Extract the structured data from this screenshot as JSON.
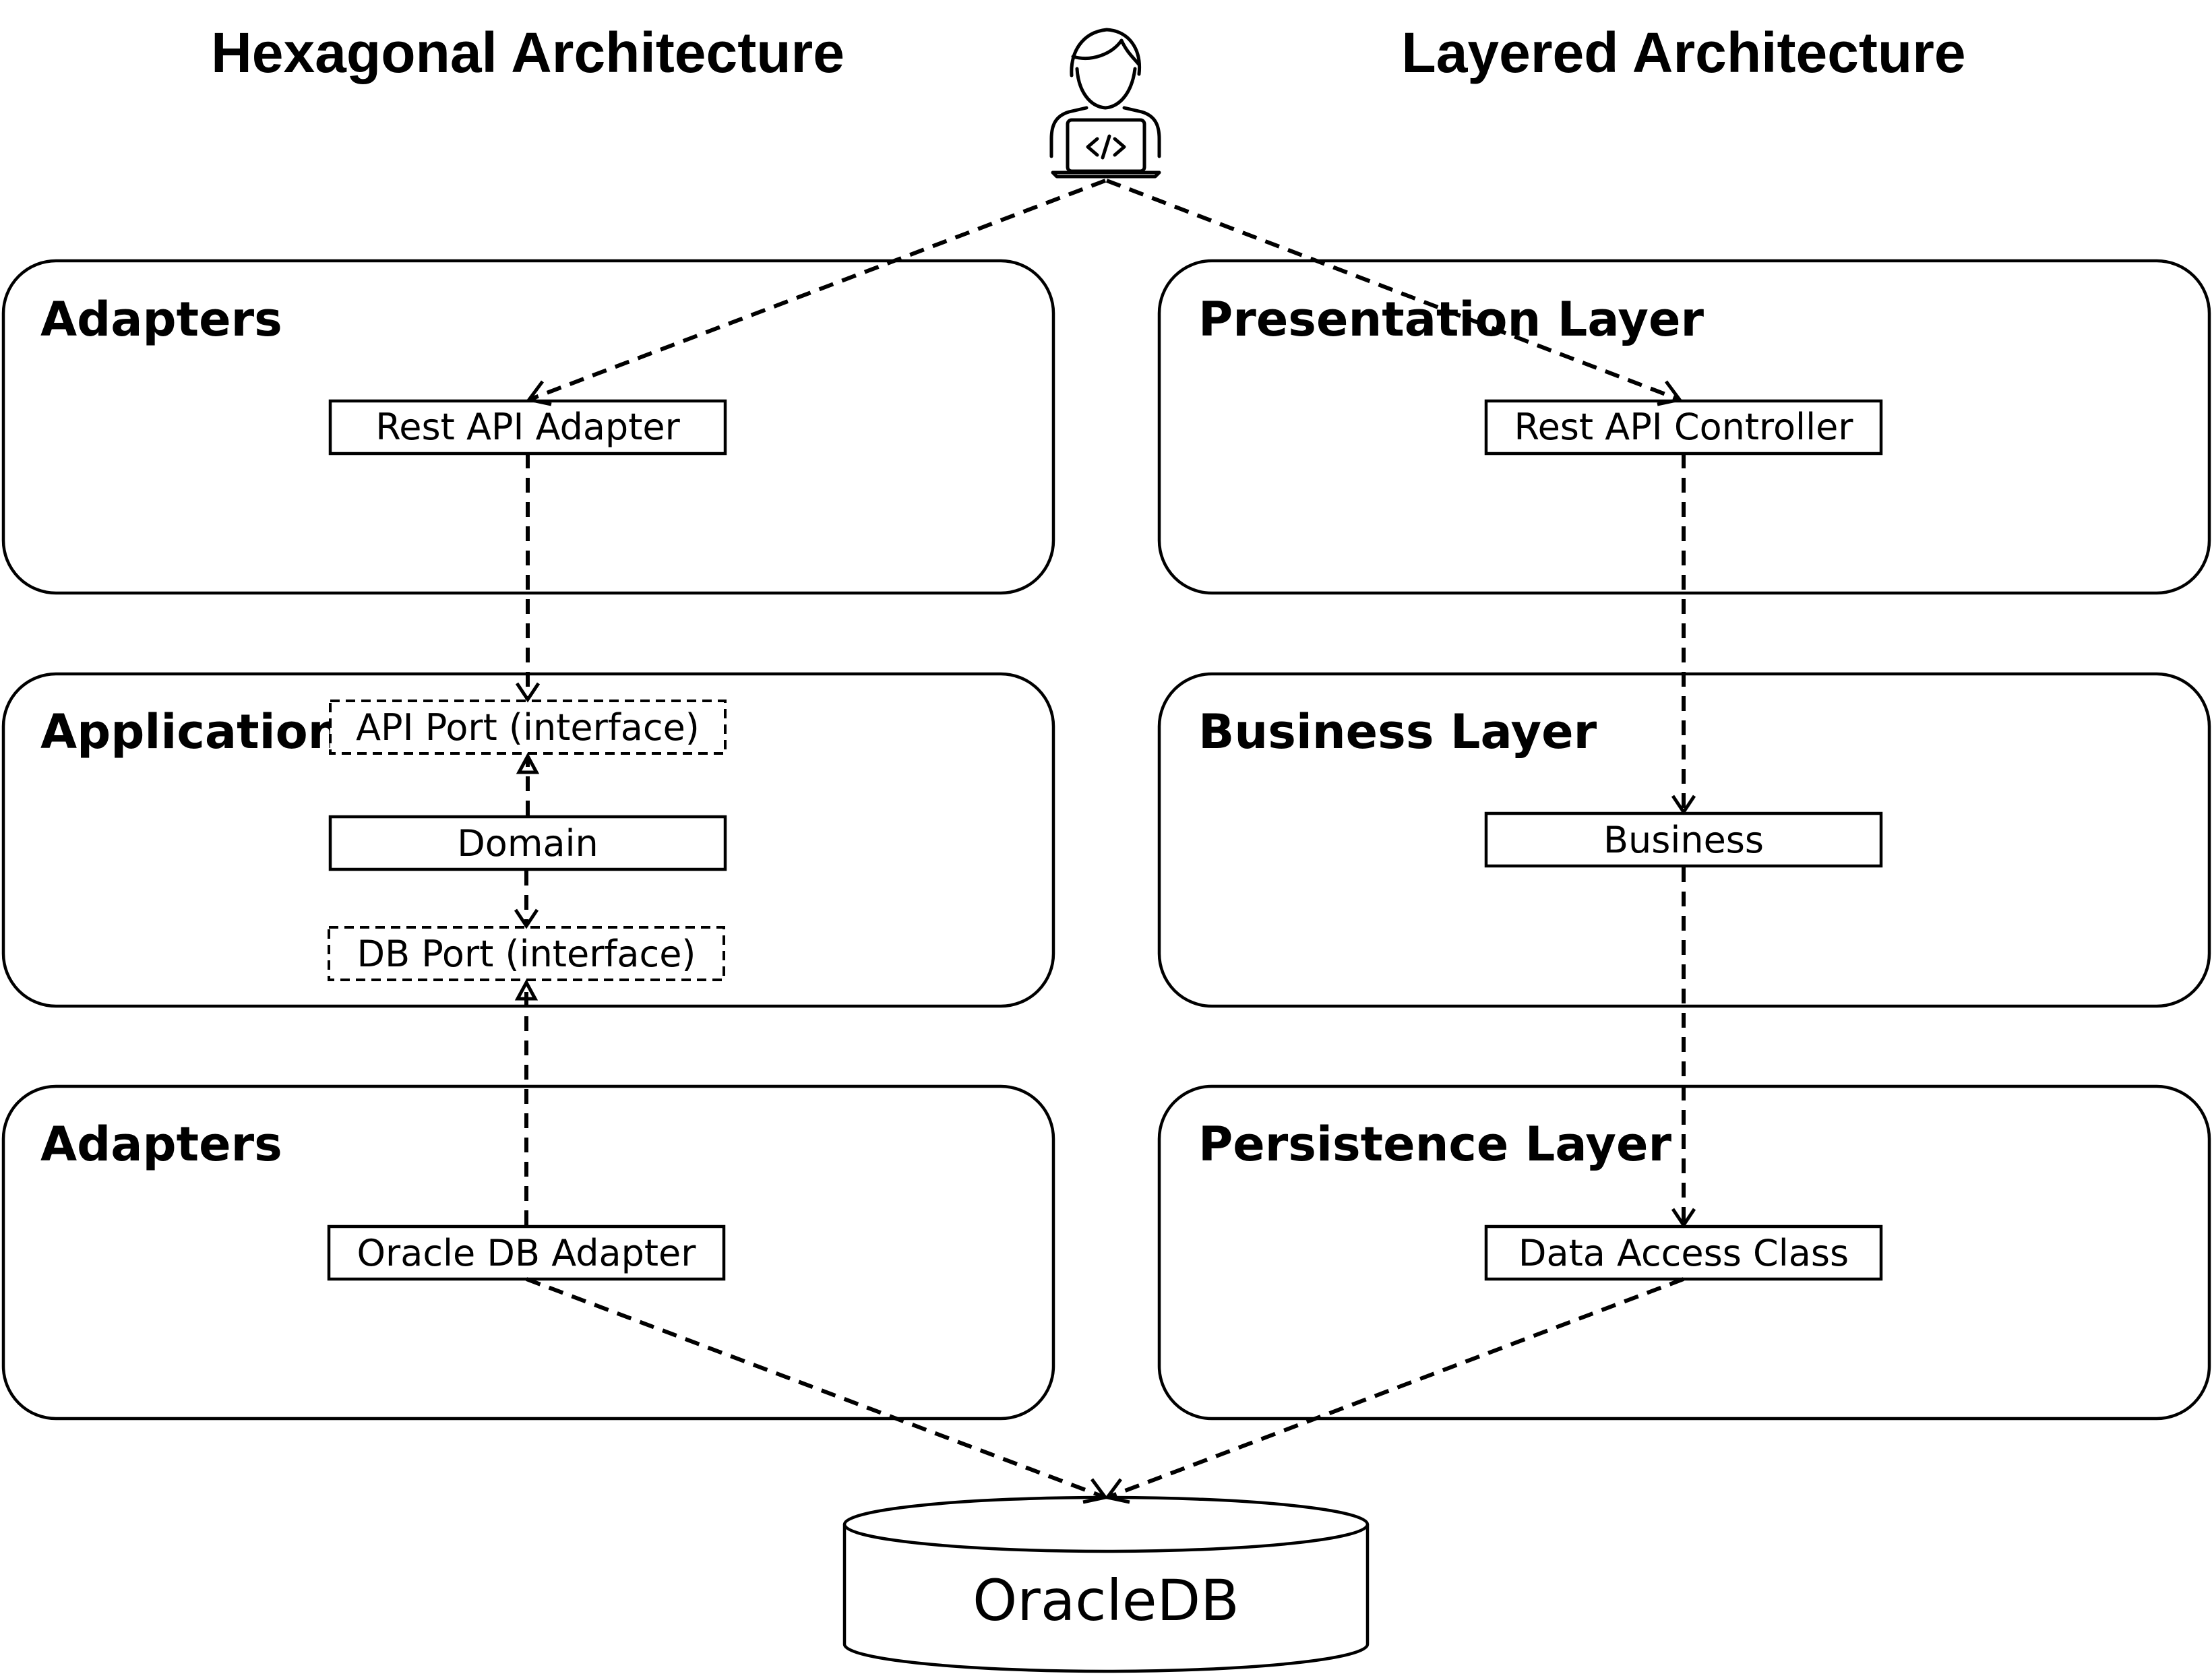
{
  "titles": {
    "hexagonal": "Hexagonal Architecture",
    "layered": "Layered Architecture"
  },
  "hexagonal": {
    "top_panel": "Adapters",
    "middle_panel": "Application",
    "bottom_panel": "Adapters",
    "rest_api_adapter": "Rest API Adapter",
    "api_port": "API Port (interface)",
    "domain": "Domain",
    "db_port": "DB Port (interface)",
    "oracle_db_adapter": "Oracle DB Adapter"
  },
  "layered": {
    "top_panel": "Presentation Layer",
    "middle_panel": "Business Layer",
    "bottom_panel": "Persistence Layer",
    "rest_api_controller": "Rest API Controller",
    "business": "Business",
    "data_access_class": "Data Access Class"
  },
  "database": {
    "label": "OracleDB"
  },
  "icons": {
    "user": "developer-laptop-icon",
    "database": "database-cylinder-icon"
  }
}
